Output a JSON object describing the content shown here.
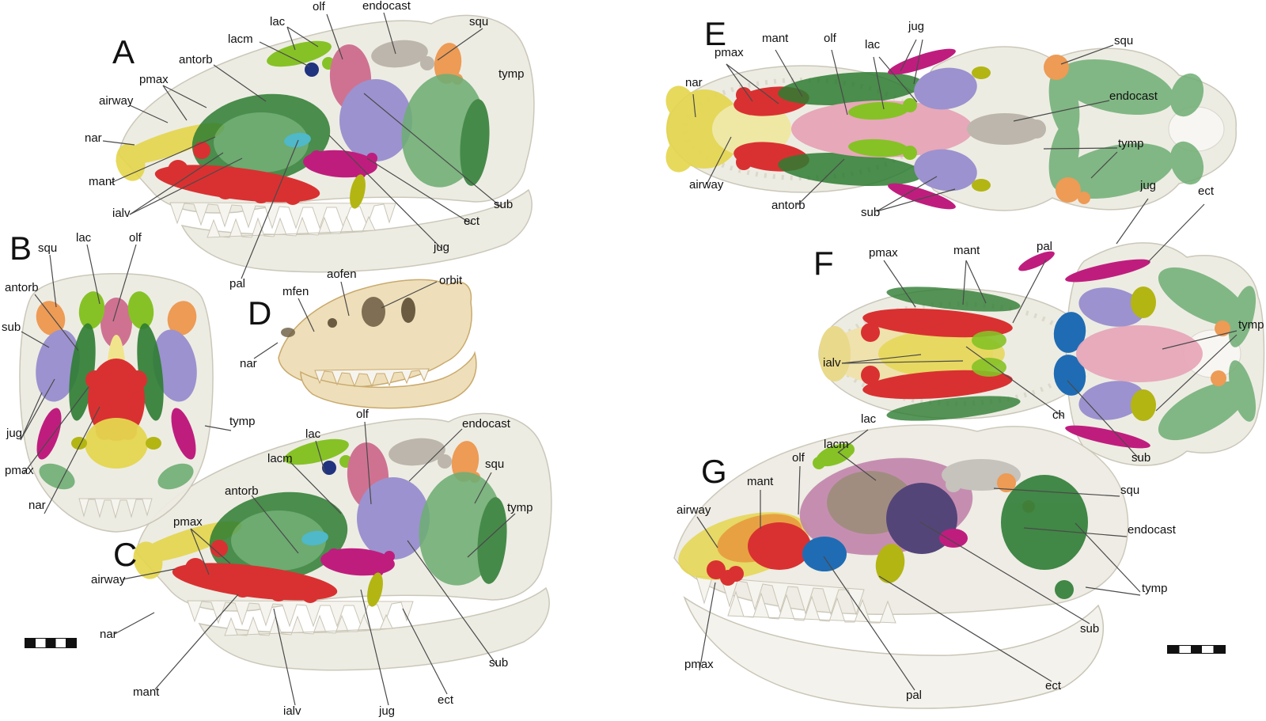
{
  "panels": {
    "A": {
      "letter": "A",
      "labels": [
        "olf",
        "endocast",
        "lac",
        "lacm",
        "squ",
        "antorb",
        "pmax",
        "tymp",
        "airway",
        "nar",
        "mant",
        "ialv",
        "sub",
        "ect",
        "jug",
        "pal"
      ]
    },
    "B": {
      "letter": "B",
      "labels": [
        "squ",
        "lac",
        "olf",
        "antorb",
        "sub",
        "jug",
        "pmax",
        "nar",
        "tymp"
      ]
    },
    "C": {
      "letter": "C",
      "labels": [
        "olf",
        "endocast",
        "lac",
        "lacm",
        "squ",
        "antorb",
        "tymp",
        "pmax",
        "airway",
        "nar",
        "mant",
        "ialv",
        "jug",
        "ect",
        "sub"
      ]
    },
    "D": {
      "letter": "D",
      "labels": [
        "aofen",
        "mfen",
        "orbit",
        "nar"
      ]
    },
    "E": {
      "letter": "E",
      "labels": [
        "jug",
        "mant",
        "olf",
        "lac",
        "squ",
        "pmax",
        "nar",
        "endocast",
        "tymp",
        "airway",
        "antorb",
        "sub"
      ]
    },
    "F": {
      "letter": "F",
      "labels": [
        "jug",
        "ect",
        "pmax",
        "mant",
        "pal",
        "tymp",
        "ialv",
        "ch",
        "sub"
      ]
    },
    "G": {
      "letter": "G",
      "labels": [
        "lac",
        "lacm",
        "olf",
        "mant",
        "airway",
        "pmax",
        "pal",
        "ect",
        "sub",
        "tymp",
        "endocast",
        "squ"
      ]
    }
  },
  "colors": {
    "red": "#d93131",
    "airway_yellow": "#e5d64f",
    "airway_pale": "#f0e8a0",
    "airway_orange": "#e89a3e",
    "antorb_green": "#2e7d32",
    "antorb_light": "#57a05c",
    "lac_green": "#86c226",
    "lacm_navy": "#20337f",
    "olf_pink": "#cf7291",
    "olf_pink_light": "#e7a8b9",
    "olf_mauve": "#c287ad",
    "olf_brown": "#9b8578",
    "sub_lavender": "#9c92cf",
    "sub_purple": "#544579",
    "jug_magenta": "#bf1d7e",
    "ect_olive": "#b3b513",
    "squ_orange": "#ed9b55",
    "tymp_green": "#6fae74",
    "tymp_dark": "#2f7d36",
    "endocast_gray": "#bdb6ac",
    "endocast_silver": "#c6c2bc",
    "pal_blue": "#1f6cb4",
    "pal_teal": "#4fb8c9",
    "bone": "#eedfba",
    "bone_stroke": "#c9a96d",
    "fenestra": "#6b5b41",
    "skull": "#edebe2",
    "skull_stroke": "#c9c5b6",
    "tooth": "#f6f4ee",
    "label": "#111111",
    "leader": "#4a4a4a",
    "background": "#ffffff"
  }
}
